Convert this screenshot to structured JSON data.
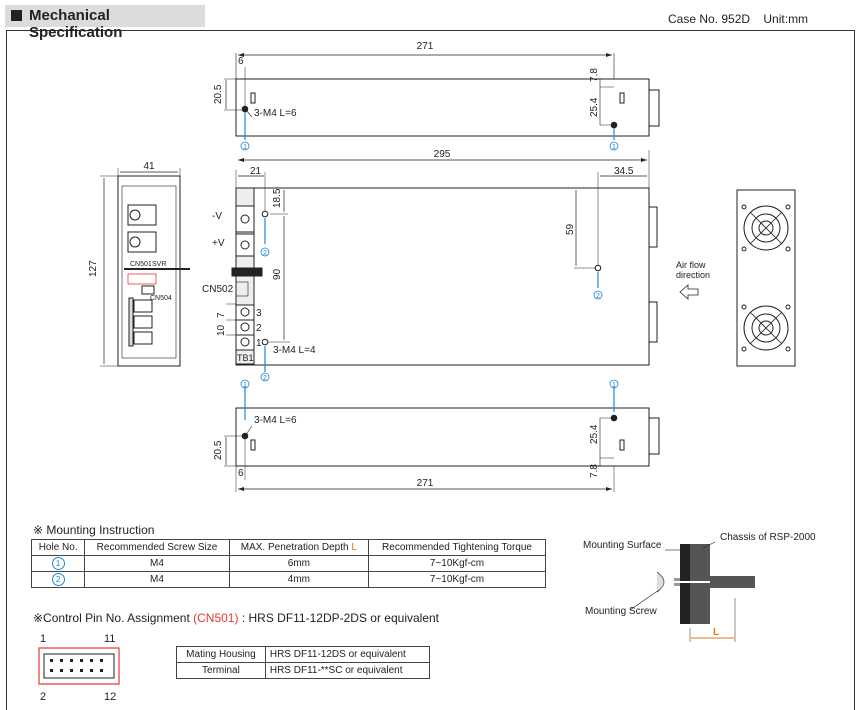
{
  "header": {
    "title": "Mechanical Specification",
    "case": "Case No. 952D",
    "unit": "Unit:mm"
  },
  "dims": {
    "top_271": "271",
    "top_6": "6",
    "top_20_5": "20.5",
    "top_7_8": "7.8",
    "top_25_4": "25.4",
    "screw_top": "3-M4  L=6",
    "side_41": "41",
    "side_127": "127",
    "front_295": "295",
    "front_21": "21",
    "front_34_5": "34.5",
    "front_18_5": "18.5",
    "front_59": "59",
    "front_90": "90",
    "front_7": "7",
    "front_10": "10",
    "screw_front": "3-M4  L=4",
    "bot_271": "271",
    "bot_6": "6",
    "bot_20_5": "20.5",
    "bot_7_8": "7.8",
    "bot_25_4": "25.4",
    "screw_bot": "3-M4  L=6"
  },
  "labels": {
    "minus_v": "-V",
    "plus_v": "+V",
    "cn502": "CN502",
    "cn501": "CN501",
    "svr": "SVR",
    "cn504": "CN504",
    "tb1": "TB1",
    "t3": "3",
    "t2": "2",
    "t1": "1",
    "airflow_1": "Air flow",
    "airflow_2": "direction",
    "hole1": "1",
    "hole2": "2"
  },
  "mounting": {
    "title": "※ Mounting Instruction",
    "headers": [
      "Hole No.",
      "Recommended Screw Size",
      "MAX. Penetration Depth ",
      "Recommended Tightening Torque"
    ],
    "header_L": "L",
    "rows": [
      {
        "hole": "1",
        "screw": "M4",
        "depth": "6mm",
        "torque": "7~10Kgf-cm"
      },
      {
        "hole": "2",
        "screw": "M4",
        "depth": "4mm",
        "torque": "7~10Kgf-cm"
      }
    ]
  },
  "diagram": {
    "mounting_surface": "Mounting Surface",
    "chassis": "Chassis of RSP-2000",
    "mounting_screw": "Mounting Screw",
    "L": "L"
  },
  "control": {
    "title_pre": "※Control Pin No. Assignment ",
    "title_red": "(CN501)",
    "title_post": " : HRS DF11-12DP-2DS or equivalent",
    "pin1": "1",
    "pin11": "11",
    "pin2": "2",
    "pin12": "12",
    "rows": [
      {
        "k": "Mating Housing",
        "v": "HRS DF11-12DS or equivalent"
      },
      {
        "k": "Terminal",
        "v": "HRS DF11-**SC or equivalent"
      }
    ]
  }
}
